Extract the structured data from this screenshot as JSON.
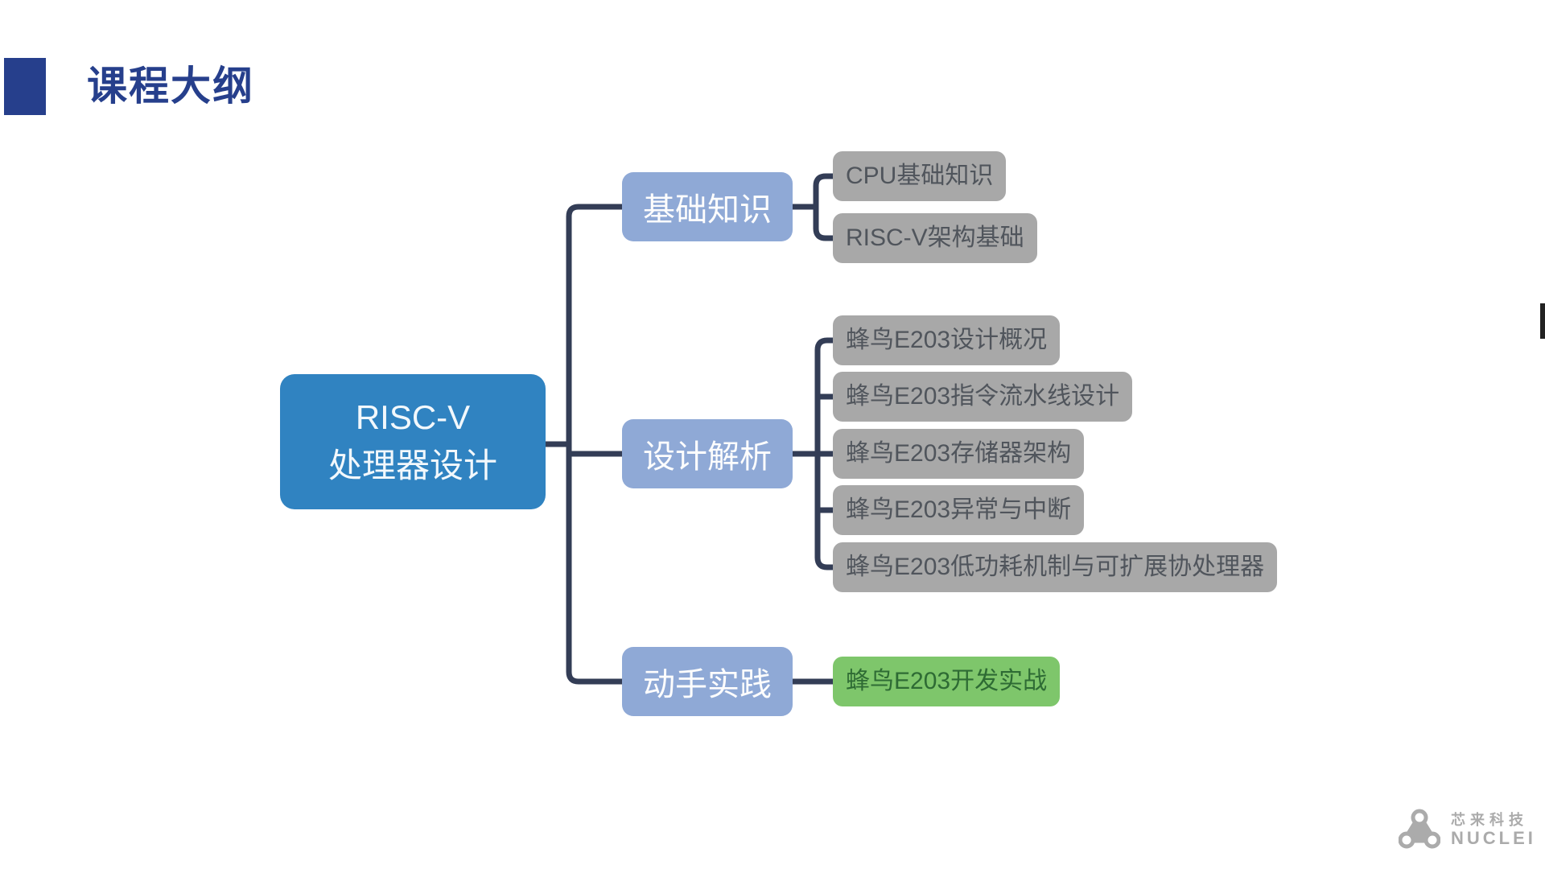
{
  "slide": {
    "title": "课程大纲"
  },
  "mindmap": {
    "root": {
      "line1": "RISC-V",
      "line2": "处理器设计"
    },
    "branches": [
      {
        "label": "基础知识",
        "children": [
          {
            "label": "CPU基础知识"
          },
          {
            "label": "RISC-V架构基础"
          }
        ]
      },
      {
        "label": "设计解析",
        "children": [
          {
            "label": "蜂鸟E203设计概况"
          },
          {
            "label": "蜂鸟E203指令流水线设计"
          },
          {
            "label": "蜂鸟E203存储器架构"
          },
          {
            "label": "蜂鸟E203异常与中断"
          },
          {
            "label": "蜂鸟E203低功耗机制与可扩展协处理器"
          }
        ]
      },
      {
        "label": "动手实践",
        "children": [
          {
            "label": "蜂鸟E203开发实战",
            "highlight": true
          }
        ]
      }
    ],
    "colors": {
      "title": "#263F8C",
      "root_bg": "#3083C1",
      "branch_bg": "#8FA9D6",
      "child_bg": "#A8A8A8",
      "child_text": "#50555C",
      "highlight_bg": "#7EC66B",
      "highlight_text": "#2E6B34",
      "connector": "#333D56"
    }
  },
  "footer_logo": {
    "company_cn": "芯来科技",
    "company_en": "NUCLEI",
    "color": "#ABABAB"
  }
}
